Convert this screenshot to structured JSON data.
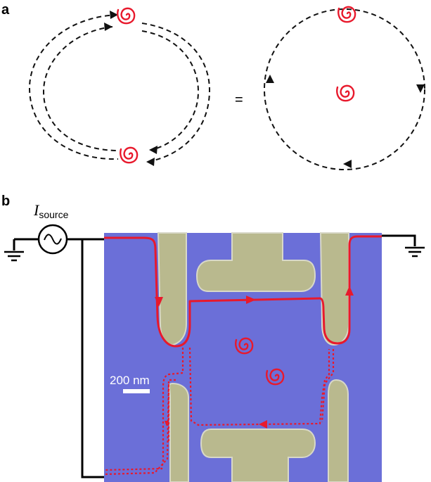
{
  "panel_a": {
    "label": "a",
    "equals": "="
  },
  "panel_b": {
    "label": "b",
    "source_symbol": "I",
    "source_subscript": "source",
    "scale_bar_label": "200 nm"
  },
  "colors": {
    "edge_state": "#e8192c",
    "substrate": "#6b6fd8",
    "gate_metal": "#b9b98e",
    "dashed_path": "#111111"
  }
}
